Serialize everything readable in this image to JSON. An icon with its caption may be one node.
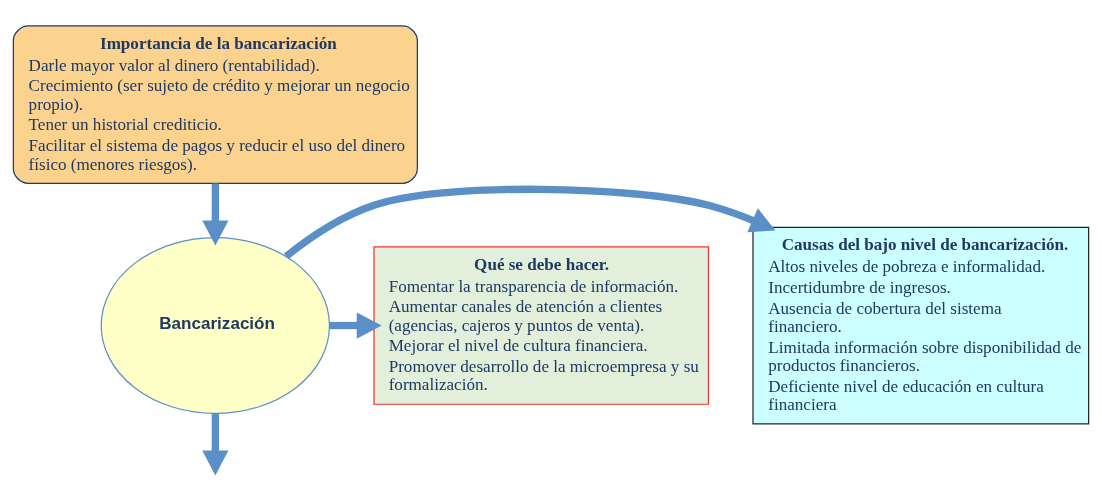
{
  "diagram": {
    "nodes": [
      {
        "text": [
          "Importancia de la bancarización",
          "Darle mayor valor al dinero (rentabilidad).",
          "Crecimiento (ser sujeto de crédito y mejorar un negocio propio).",
          "Tener un historial crediticio.",
          "Facilitar el sistema de pagos y reducir el uso del dinero físico (menores riesgos)."
        ]
      },
      {
        "text": [
          "Bancarización"
        ]
      },
      {
        "text": [
          "Causas del bajo nivel de bancarización.",
          "Altos niveles de pobreza e informalidad.",
          "Incertidumbre de ingresos.",
          "Ausencia de cobertura del sistema financiero.",
          "Limitada información sobre disponibilidad de productos financieros.",
          "Deficiente nivel de educación en cultura financiera"
        ]
      },
      {
        "text": [
          "Qué se debe hacer.",
          "Fomentar la transparencia de información.",
          "Aumentar canales de atención a clientes (agencias, cajeros y puntos de venta).",
          "Mejorar el nivel de cultura financiera.",
          "Promover desarrollo de la microempresa y su formalización."
        ]
      }
    ],
    "edges": [
      {
        "from": 0,
        "to": 1,
        "arrow": "to"
      },
      {
        "from": 1,
        "to": 2,
        "arrow": "to"
      },
      {
        "from": 1,
        "to": 3,
        "arrow": "to"
      },
      {
        "from": 1,
        "to": null,
        "arrow": "to"
      }
    ]
  }
}
